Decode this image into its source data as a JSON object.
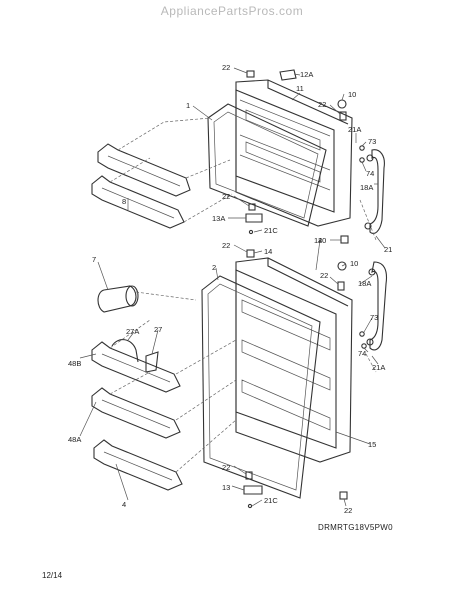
{
  "watermark": "AppliancePartsPros.com",
  "model_code": "DRMRTG18V5PW0",
  "page_number": "12/14",
  "callouts": {
    "c22a": "22",
    "c12a": "12A",
    "c11": "11",
    "c1": "1",
    "c22b": "22",
    "c10a": "10",
    "c21a_top": "21A",
    "c73a": "73",
    "c74a": "74",
    "c18a_top": "18A",
    "c8": "8",
    "c22c": "22",
    "c13a": "13A",
    "c21c_top": "21C",
    "c20": "20",
    "c21": "21",
    "c22d": "22",
    "c14a": "14",
    "c14b": "14",
    "c22e": "22",
    "c10b": "10",
    "c7": "7",
    "c2": "2",
    "c18a_bot": "18A",
    "c27a": "27A",
    "c27": "27",
    "c73b": "73",
    "c74b": "74",
    "c21a_bot": "21A",
    "c48b": "48B",
    "c48a": "48A",
    "c15": "15",
    "c22f": "22",
    "c13": "13",
    "c21c_bot": "21C",
    "c4": "4",
    "c22g": "22"
  }
}
